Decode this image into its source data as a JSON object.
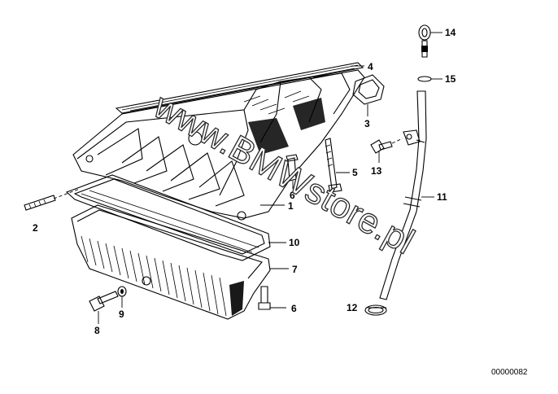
{
  "diagram": {
    "watermark": "www.BMWstore.pl",
    "reference_code": "00000082",
    "callouts": [
      "1",
      "2",
      "3",
      "4",
      "5",
      "6",
      "6",
      "7",
      "8",
      "9",
      "10",
      "11",
      "12",
      "13",
      "14",
      "15"
    ]
  }
}
